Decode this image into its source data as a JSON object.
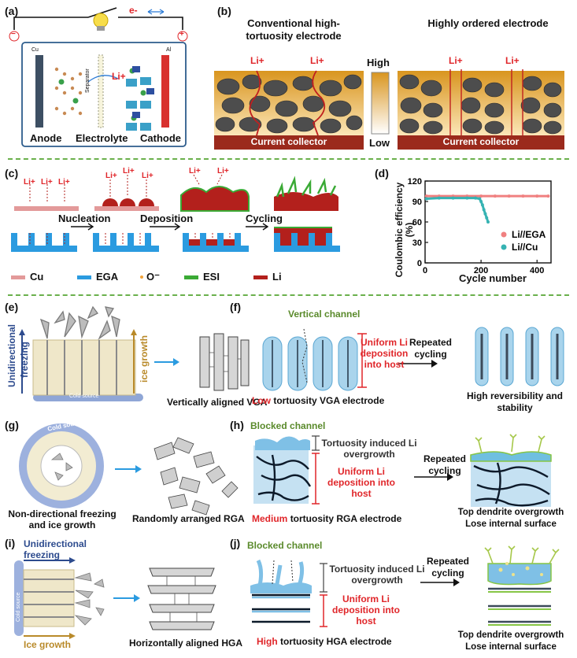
{
  "panels": {
    "a": {
      "label": "(a)",
      "electron": "e-",
      "minus": "−",
      "plus": "+",
      "cu": "Cu",
      "al": "Al",
      "separator": "Separator",
      "li_ion": "Li+",
      "anode": "Anode",
      "electrolyte": "Electrolyte",
      "cathode": "Cathode"
    },
    "b": {
      "label": "(b)",
      "left_title": "Conventional high-tortuosity electrode",
      "right_title": "Highly ordered electrode",
      "li": "Li+",
      "high": "High",
      "low": "Low",
      "collector": "Current collector"
    },
    "c": {
      "label": "(c)",
      "li": "Li+",
      "nucleation": "Nucleation",
      "deposition": "Deposition",
      "cycling": "Cycling",
      "legend": [
        {
          "name": "Cu",
          "color": "#e39a9a"
        },
        {
          "name": "EGA",
          "color": "#2b9be0"
        },
        {
          "name": "O⁻",
          "color": "#f2a33a"
        },
        {
          "name": "ESI",
          "color": "#3aaa35"
        },
        {
          "name": "Li",
          "color": "#b3201c"
        }
      ]
    },
    "d": {
      "label": "(d)",
      "chart_data": {
        "type": "scatter",
        "ylabel": "Coulombic efficiency (%)",
        "xlabel": "Cycle number",
        "xlim": [
          0,
          450
        ],
        "ylim": [
          0,
          120
        ],
        "xticks": [
          "0",
          "200",
          "400"
        ],
        "yticks": [
          "0",
          "30",
          "60",
          "90",
          "120"
        ],
        "series": [
          {
            "name": "Li//EGA",
            "color": "#f08080",
            "x": [
              5,
              50,
              100,
              150,
              200,
              250,
              300,
              350,
              400,
              440
            ],
            "y": [
              98,
              98,
              98,
              98,
              98,
              98,
              98,
              98,
              98,
              98
            ]
          },
          {
            "name": "Li//Cu",
            "color": "#36b3b3",
            "x": [
              5,
              50,
              100,
              150,
              180,
              195,
              200,
              205,
              210,
              215,
              220,
              225
            ],
            "y": [
              94,
              95,
              95,
              95,
              95,
              94,
              90,
              85,
              78,
              72,
              66,
              60
            ]
          }
        ]
      }
    },
    "e": {
      "label": "(e)",
      "unidirectional": "Unidirectional",
      "freezing": "freezing",
      "ice_growth": "ice growth",
      "cold_source": "Cold source",
      "caption": "Vertically aligned VGA"
    },
    "f": {
      "label": "(f)",
      "vertical_channel": "Vertical channel",
      "uniform": "Uniform Li deposition into host",
      "tortuosity_word": "Low",
      "electrode": "tortuosity VGA electrode",
      "repeated": "Repeated cycling",
      "result": "High reversibility and stability"
    },
    "g": {
      "label": "(g)",
      "cold_source": "Cold source",
      "left_caption": "Non-directional freezing and ice growth",
      "caption": "Randomly arranged RGA"
    },
    "h": {
      "label": "(h)",
      "blocked": "Blocked channel",
      "overgrowth": "Tortuosity induced Li overgrowth",
      "uniform": "Uniform Li deposition into host",
      "tortuosity_word": "Medium",
      "electrode": "tortuosity RGA electrode",
      "repeated": "Repeated cycling",
      "result": "Top dendrite overgrowth Lose internal surface"
    },
    "i": {
      "label": "(i)",
      "unidirectional": "Unidirectional",
      "freezing": "freezing",
      "ice_growth": "Ice growth",
      "cold_source": "Cold source",
      "caption": "Horizontally aligned HGA"
    },
    "j": {
      "label": "(j)",
      "blocked": "Blocked channel",
      "overgrowth": "Tortuosity induced Li overgrowth",
      "uniform": "Uniform Li deposition into host",
      "tortuosity_word": "High",
      "electrode": "tortuosity HGA electrode",
      "repeated": "Repeated cycling",
      "result": "Top dendrite overgrowth Lose internal surface"
    }
  }
}
